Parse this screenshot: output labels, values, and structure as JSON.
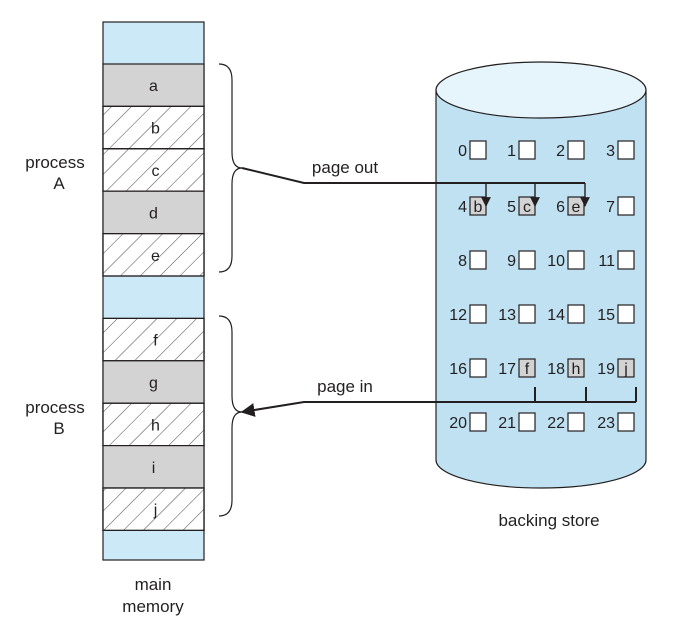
{
  "colors": {
    "memory_fill": "#cce9f7",
    "page_fill": "#d3d3d3",
    "cylinder_fill": "#bfe1f2",
    "cylinder_top": "#e6f4fb",
    "stroke": "#231f20",
    "hatch": "#555555"
  },
  "labels": {
    "process_a": [
      "process",
      "A"
    ],
    "process_b": [
      "process",
      "B"
    ],
    "main_memory": [
      "main",
      "memory"
    ],
    "backing_store": "backing store",
    "page_out": "page out",
    "page_in": "page in"
  },
  "memory_pages": [
    {
      "label": "a",
      "hatched": false
    },
    {
      "label": "b",
      "hatched": true
    },
    {
      "label": "c",
      "hatched": true
    },
    {
      "label": "d",
      "hatched": false
    },
    {
      "label": "e",
      "hatched": true
    },
    {
      "label": "",
      "free": true
    },
    {
      "label": "f",
      "hatched": true
    },
    {
      "label": "g",
      "hatched": false
    },
    {
      "label": "h",
      "hatched": true
    },
    {
      "label": "i",
      "hatched": false
    },
    {
      "label": "j",
      "hatched": true
    }
  ],
  "backing_slots": [
    [
      "0",
      "1",
      "2",
      "3"
    ],
    [
      "4",
      "5",
      "6",
      "7"
    ],
    [
      "8",
      "9",
      "10",
      "11"
    ],
    [
      "12",
      "13",
      "14",
      "15"
    ],
    [
      "16",
      "17",
      "18",
      "19"
    ],
    [
      "20",
      "21",
      "22",
      "23"
    ]
  ],
  "slot_contents": {
    "4": "b",
    "5": "c",
    "6": "e",
    "17": "f",
    "18": "h",
    "19": "j"
  }
}
